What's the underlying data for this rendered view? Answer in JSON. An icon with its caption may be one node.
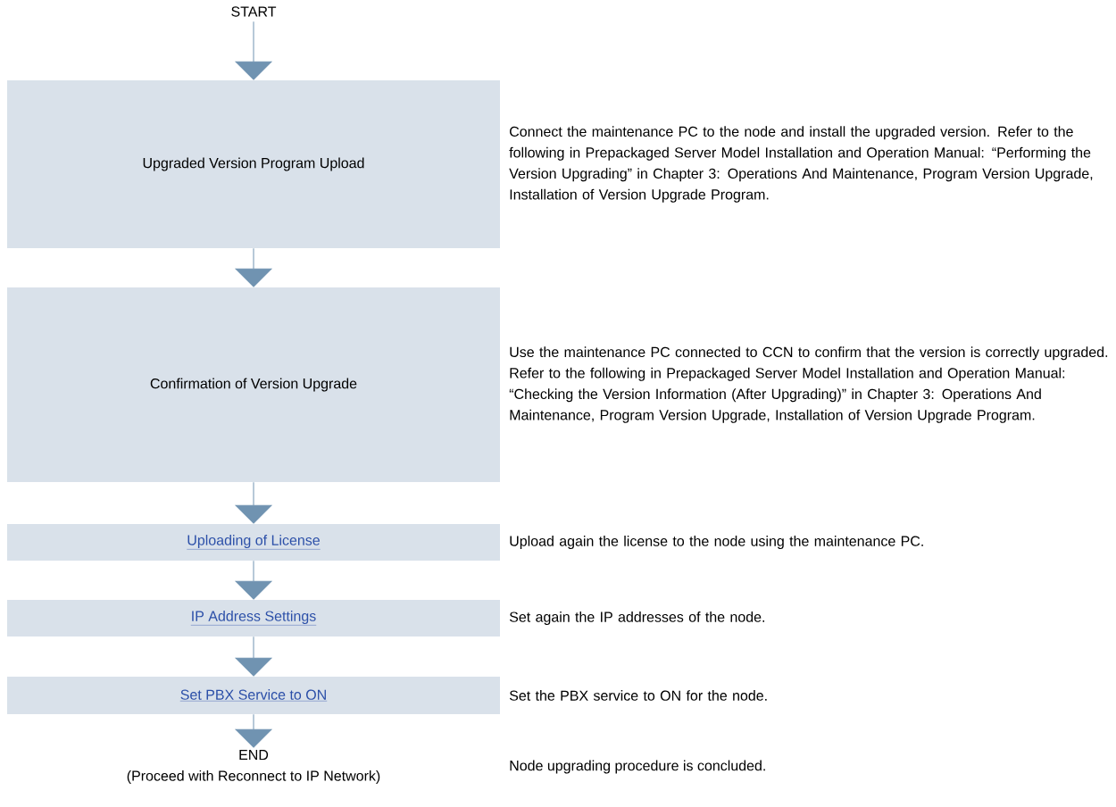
{
  "diagram": {
    "nodes": [
      {
        "text": [
          "START"
        ]
      },
      {
        "text": [
          "Upgraded Version Program Upload"
        ],
        "beside": [
          "Connect the maintenance PC to the node and install the upgraded version. Refer to the following in Prepackaged Server Model Installation and Operation Manual: “Performing the Version Upgrading” in Chapter 3: Operations And Maintenance, Program Version Upgrade, Installation of Version Upgrade Program."
        ]
      },
      {
        "text": [
          "Confirmation of Version Upgrade"
        ],
        "beside": [
          "Use the maintenance PC connected to CCN to confirm that the version is correctly upgraded. Refer to the following in Prepackaged Server Model Installation and Operation Manual:",
          "“Checking the Version Information (After Upgrading)” in Chapter 3: Operations And Maintenance, Program Version Upgrade, Installation of Version Upgrade Program."
        ]
      },
      {
        "text": [
          "Uploading of License"
        ],
        "beside": [
          "Upload again the license to the node using the maintenance PC."
        ]
      },
      {
        "text": [
          "IP Address Settings"
        ],
        "beside": [
          "Set again the IP addresses of the node."
        ]
      },
      {
        "text": [
          "Set PBX Service to ON"
        ],
        "beside": [
          "Set the PBX service to ON for the node."
        ]
      },
      {
        "text": [
          "END",
          "(Proceed with Reconnect to IP Network)"
        ]
      }
    ],
    "labels": [
      "Node upgrading procedure is concluded."
    ],
    "edges": [
      {
        "from": 0,
        "to": 1,
        "arrow": "to"
      },
      {
        "from": 1,
        "to": 2,
        "arrow": "to"
      },
      {
        "from": 2,
        "to": 3,
        "arrow": "to"
      },
      {
        "from": 3,
        "to": 4,
        "arrow": "to"
      },
      {
        "from": 4,
        "to": 5,
        "arrow": "to"
      },
      {
        "from": 5,
        "to": 6,
        "arrow": "to"
      }
    ]
  }
}
